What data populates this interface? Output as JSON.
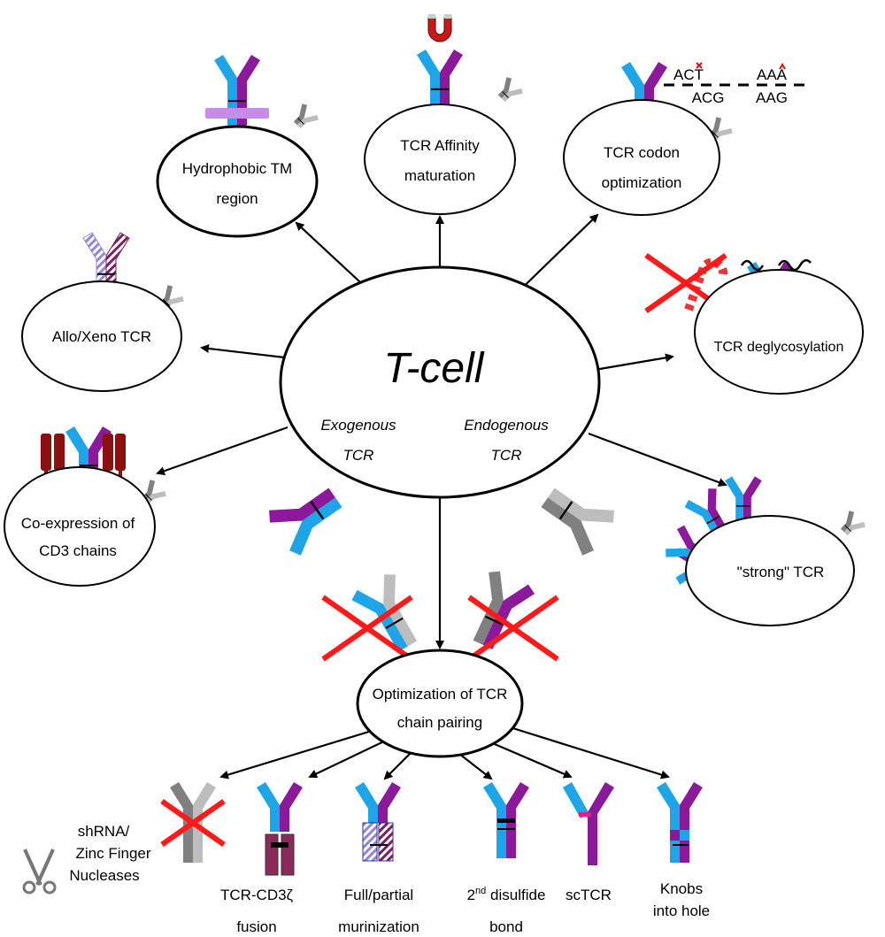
{
  "center": {
    "title": "T-cell",
    "left_line1": "Exogenous",
    "left_line2": "TCR",
    "right_line1": "Endogenous",
    "right_line2": "TCR"
  },
  "strategies": {
    "hydrophobic": [
      "Hydrophobic TM",
      "region"
    ],
    "affinity": [
      "TCR Affinity",
      "maturation"
    ],
    "codon": [
      "TCR codon",
      "optimization"
    ],
    "deglyco": "TCR deglycosylation",
    "allo": "Allo/Xeno TCR",
    "cd3": [
      "Co-expression of",
      "CD3 chains"
    ],
    "strong": "\"strong\" TCR",
    "pairing": [
      "Optimization of TCR",
      "chain pairing"
    ]
  },
  "codons": {
    "orig1": "ACT",
    "new1": "ACG",
    "orig2": "AAA",
    "new2": "AAG"
  },
  "pairing_methods": {
    "knockdown": [
      "shRNA/",
      "Zinc Finger",
      "Nucleases"
    ],
    "fusion": [
      "TCR-CD3ζ",
      "fusion"
    ],
    "murinization": [
      "Full/partial",
      "murinization"
    ],
    "disulfide": [
      "2",
      "nd",
      " disulfide",
      "bond"
    ],
    "sctcr": "scTCR",
    "knobs": [
      "Knobs",
      "into hole"
    ]
  },
  "colors": {
    "alpha": "#1ea5e8",
    "beta": "#8b1a9b",
    "grey_dark": "#808080",
    "grey_light": "#bdbdbd",
    "cross": "#ff1a1a",
    "cd3": "#8b1010"
  }
}
